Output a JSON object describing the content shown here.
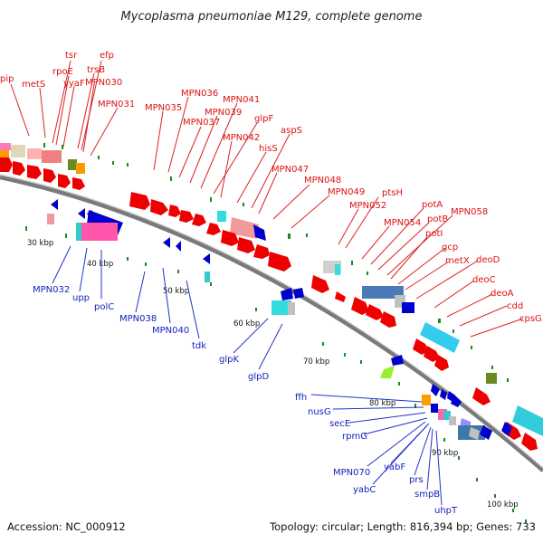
{
  "header": {
    "title": "Mycoplasma pneumoniae M129, complete genome"
  },
  "footer": {
    "accession": "Accession: NC_000912",
    "summary": "Topology: circular; Length: 816,394 bp; Genes: 733"
  },
  "colors": {
    "forward": "#dd0000",
    "reverse": "#0000cc",
    "backbone": "#7a7a7a",
    "tick": "#1a8a1a"
  },
  "scale_ticks": [
    "30 kbp",
    "40 kbp",
    "50 kbp",
    "60 kbp",
    "70 kbp",
    "80 kbp",
    "90 kbp",
    "100 kbp"
  ],
  "forward_labels": [
    "pip",
    "metS",
    "tsr",
    "rpoE",
    "yyaF",
    "efp",
    "trsB",
    "MPN030",
    "MPN031",
    "MPN035",
    "MPN036",
    "MPN037",
    "MPN039",
    "MPN041",
    "glpF",
    "MPN042",
    "hisS",
    "aspS",
    "MPN047",
    "MPN048",
    "MPN049",
    "ptsH",
    "MPN052",
    "MPN054",
    "potA",
    "potB",
    "MPN058",
    "potI",
    "gcp",
    "metX",
    "deoD",
    "deoC",
    "deoA",
    "cdd",
    "cpsG"
  ],
  "reverse_labels": [
    "MPN032",
    "upp",
    "polC",
    "MPN038",
    "MPN040",
    "tdk",
    "glpK",
    "glpD",
    "ffh",
    "nusG",
    "secE",
    "rpmG",
    "MPN070",
    "yabF",
    "yabC",
    "prs",
    "smpB",
    "uhpT"
  ]
}
